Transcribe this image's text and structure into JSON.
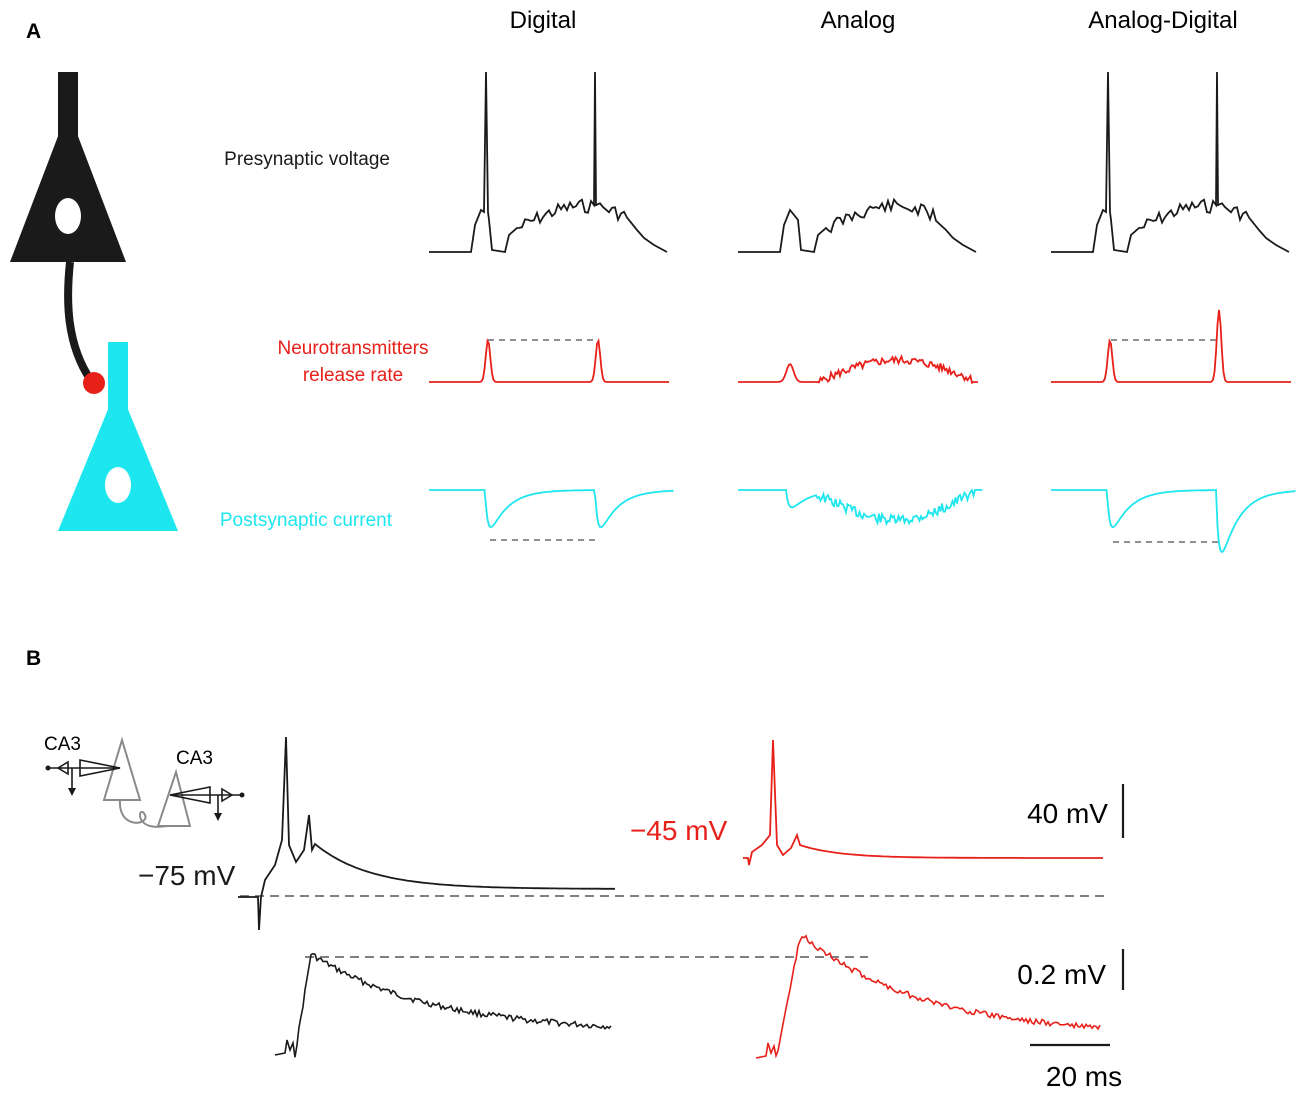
{
  "panel_a": {
    "letter": "A",
    "columns": [
      "Digital",
      "Analog",
      "Analog-Digital"
    ],
    "rows": {
      "presynaptic": "Presynaptic voltage",
      "release_line1": "Neurotransmitters",
      "release_line2": "release rate",
      "postsynaptic": "Postsynaptic current"
    }
  },
  "panel_b": {
    "letter": "B",
    "schematic_left": "CA3",
    "schematic_right": "CA3",
    "hold_black": "−75 mV",
    "hold_red": "−45 mV",
    "scale_voltage": "40 mV",
    "scale_psp": "0.2 mV",
    "scale_time": "20 ms"
  },
  "colors": {
    "presynaptic": "#1a1a1a",
    "release": "#e8201a",
    "postsynaptic": "#1ee6ee",
    "dashed": "#808080",
    "schematic": "#8a8a8a"
  }
}
